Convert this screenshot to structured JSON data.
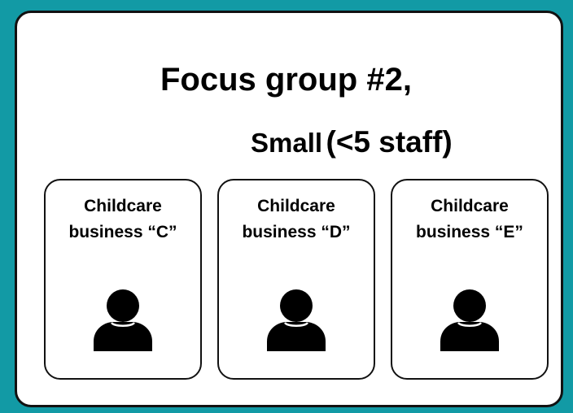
{
  "title": "Focus group #2,",
  "subtitle": {
    "size": "Small",
    "detail": "(<5 staff)"
  },
  "businesses": [
    {
      "line1": "Childcare",
      "line2": "business “C”",
      "icon": "person-icon"
    },
    {
      "line1": "Childcare",
      "line2": "business “D”",
      "icon": "person-icon"
    },
    {
      "line1": "Childcare",
      "line2": "business “E”",
      "icon": "person-icon"
    }
  ],
  "colors": {
    "background": "#129aa5",
    "panel": "#ffffff",
    "ink": "#000000"
  }
}
